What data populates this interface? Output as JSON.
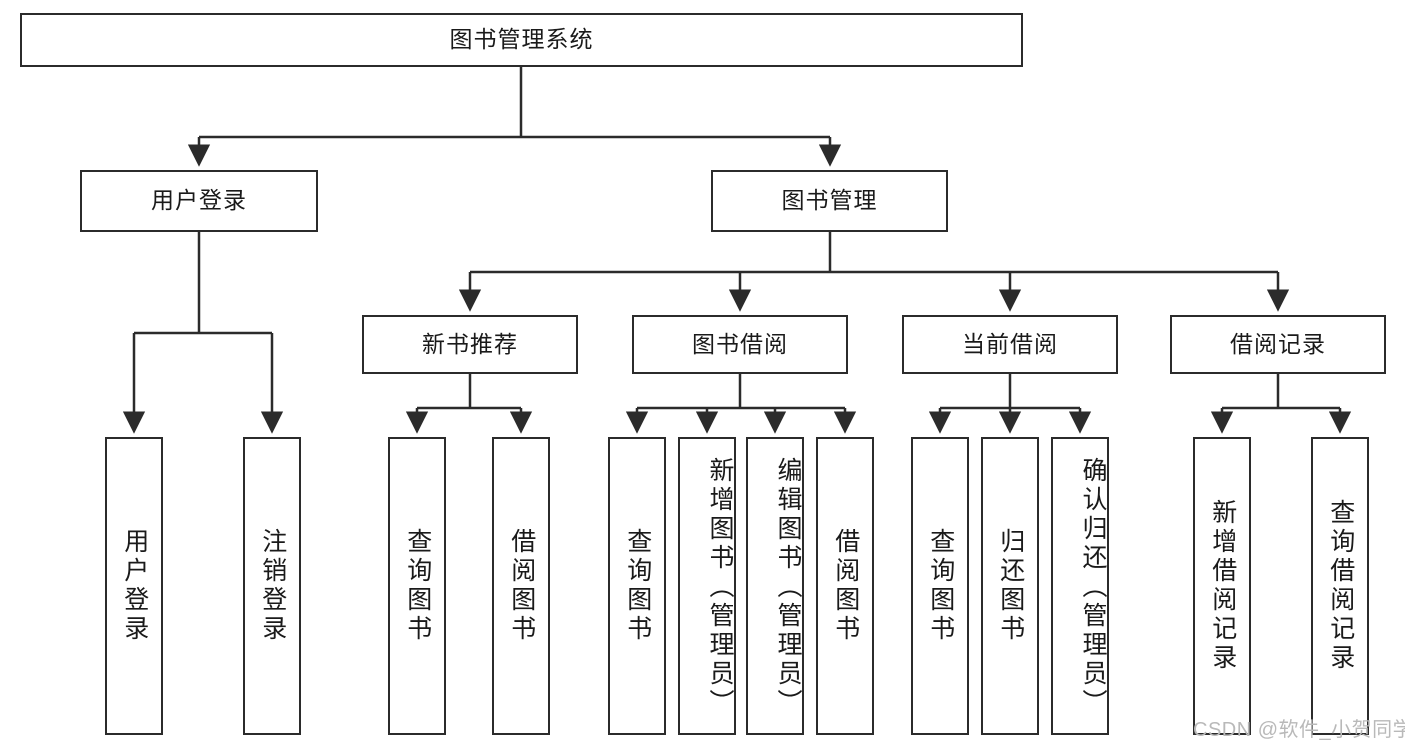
{
  "diagram": {
    "type": "tree-hierarchy-chart",
    "title": "图书管理系统",
    "root": {
      "label": "图书管理系统"
    },
    "level2": [
      {
        "label": "用户登录"
      },
      {
        "label": "图书管理"
      }
    ],
    "level3": [
      {
        "label": "新书推荐"
      },
      {
        "label": "图书借阅"
      },
      {
        "label": "当前借阅"
      },
      {
        "label": "借阅记录"
      }
    ],
    "leaves": {
      "user_login": [
        {
          "label": "用户登录"
        },
        {
          "label": "注销登录"
        }
      ],
      "new_book_recommend": [
        {
          "label": "查询图书"
        },
        {
          "label": "借阅图书"
        }
      ],
      "book_borrow": [
        {
          "label": "查询图书"
        },
        {
          "label": "新增图书（管理员）"
        },
        {
          "label": "编辑图书（管理员）"
        },
        {
          "label": "借阅图书"
        }
      ],
      "current_borrow": [
        {
          "label": "查询图书"
        },
        {
          "label": "归还图书"
        },
        {
          "label": "确认归还（管理员）"
        }
      ],
      "borrow_record": [
        {
          "label": "新增借阅记录"
        },
        {
          "label": "查询借阅记录"
        }
      ]
    }
  },
  "watermark": {
    "text": "CSDN @软件_小贺同学"
  },
  "colors": {
    "stroke": "#2b2b2b",
    "background": "#ffffff",
    "text": "#1a1a1a",
    "watermark": "#b9b9b9"
  }
}
